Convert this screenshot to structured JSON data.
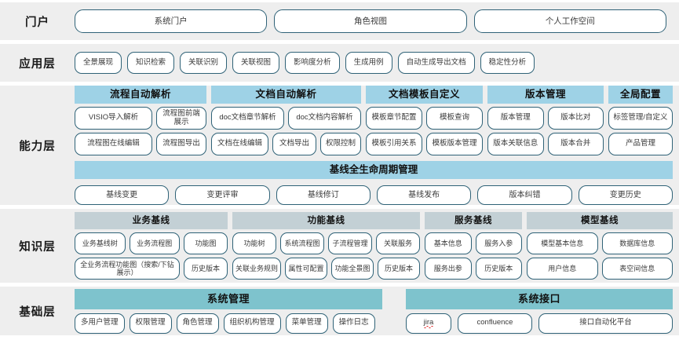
{
  "colors": {
    "band_bg": "#eeeeee",
    "pill_border": "#2f6277",
    "header_blue": "#9ed2e6",
    "header_gray": "#c3d0d5",
    "header_teal": "#7ec3cd",
    "page_bg": "#ffffff",
    "spellcheck_red": "#e02020"
  },
  "rows": {
    "portal": {
      "label": "门户",
      "items": [
        "系统门户",
        "角色视图",
        "个人工作空间"
      ]
    },
    "application": {
      "label": "应用层",
      "items": [
        "全景展现",
        "知识检索",
        "关联识别",
        "关联视图",
        "影响度分析",
        "生成用例",
        "自动生成导出文档",
        "稳定性分析"
      ]
    },
    "capability": {
      "label": "能力层",
      "groups": [
        {
          "title": "流程自动解析",
          "row1": [
            "VISIO导入解析",
            "流程图前端展示"
          ],
          "row2": [
            "流程图在线编辑",
            "流程图导出"
          ]
        },
        {
          "title": "文档自动解析",
          "row1": [
            "doc文档章节解析",
            "doc文档内容解析"
          ],
          "row2": [
            "文档在线编辑",
            "文档导出",
            "权限控制"
          ]
        },
        {
          "title": "文档模板自定义",
          "row1": [
            "模板章节配置",
            "模板查询"
          ],
          "row2": [
            "模板引用关系",
            "模板版本管理"
          ]
        },
        {
          "title": "版本管理",
          "row1": [
            "版本管理",
            "版本比对"
          ],
          "row2": [
            "版本关联信息",
            "版本合并"
          ]
        },
        {
          "title": "全局配置",
          "row1": [
            "标签管理/自定义"
          ],
          "row2": [
            "产品管理"
          ]
        }
      ],
      "lifecycle": {
        "title": "基线全生命周期管理",
        "items": [
          "基线变更",
          "变更评审",
          "基线修订",
          "基线发布",
          "版本纠错",
          "变更历史"
        ]
      }
    },
    "knowledge": {
      "label": "知识层",
      "groups": [
        {
          "title": "业务基线",
          "row1": [
            "业务基线树",
            "业务流程图",
            "功能图"
          ],
          "row2": [
            "全业务流程功能图（搜索/下钻展示）",
            "历史版本"
          ]
        },
        {
          "title": "功能基线",
          "row1": [
            "功能树",
            "系统流程图",
            "子流程管理",
            "关联服务"
          ],
          "row2": [
            "关联业务规则",
            "属性可配置",
            "功能全景图",
            "历史版本"
          ]
        },
        {
          "title": "服务基线",
          "row1": [
            "基本信息",
            "服务入参"
          ],
          "row2": [
            "服务出参",
            "历史版本"
          ]
        },
        {
          "title": "模型基线",
          "row1": [
            "模型基本信息",
            "数据库信息"
          ],
          "row2": [
            "用户信息",
            "表空间信息"
          ]
        }
      ]
    },
    "base": {
      "label": "基础层",
      "groups": [
        {
          "title": "系统管理",
          "items": [
            "多用户管理",
            "权限管理",
            "角色管理",
            "组织机构管理",
            "菜单管理",
            "操作日志"
          ]
        },
        {
          "title": "系统接口",
          "items": [
            "jira",
            "confluence",
            "接口自动化平台"
          ]
        }
      ]
    }
  }
}
